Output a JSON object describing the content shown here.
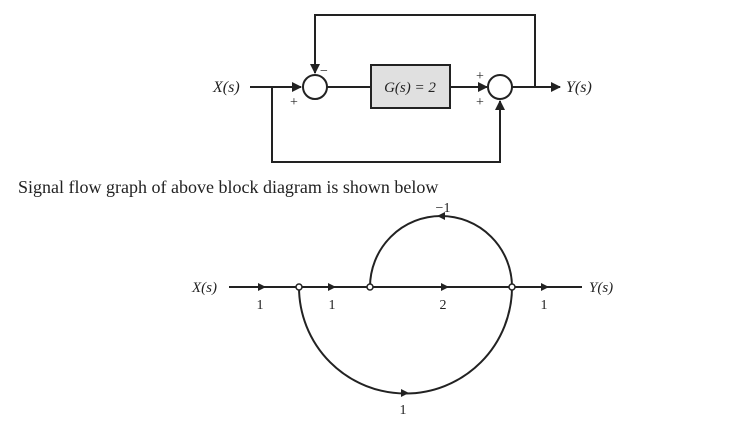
{
  "block_diagram": {
    "input_label": "X(s)",
    "output_label": "Y(s)",
    "block_label": "G(s) = 2",
    "sum1_signs": {
      "feedback": "−",
      "input": "+"
    },
    "sum2_signs": {
      "forward": "+",
      "bypass": "+"
    },
    "block_fill": "#e0e0e0"
  },
  "caption": "Signal flow graph of above block diagram is shown below",
  "signal_flow_graph": {
    "input_label": "X(s)",
    "output_label": "Y(s)",
    "gains": {
      "input_branch": "1",
      "second_branch": "1",
      "forward_branch": "2",
      "output_branch": "1",
      "feedback_loop": "−1",
      "bypass_loop": "1"
    }
  }
}
